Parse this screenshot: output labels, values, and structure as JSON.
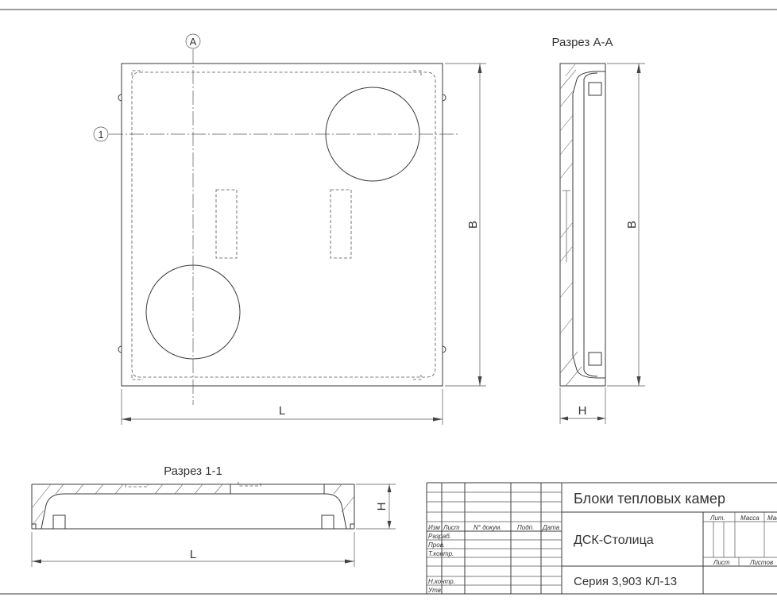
{
  "views": {
    "plan": {
      "axis_a_label": "A",
      "axis_1_label": "1",
      "dim_length": "L",
      "dim_width": "B"
    },
    "section_aa": {
      "title": "Разрез А-А",
      "dim_width": "B",
      "dim_height": "H"
    },
    "section_11": {
      "title": "Разрез 1-1",
      "dim_length": "L",
      "dim_height": "H"
    }
  },
  "title_block": {
    "title": "Блоки тепловых камер",
    "organization": "ДСК-Столица",
    "series": "Серия 3,903 КЛ-13",
    "headers": {
      "izm": "Изм",
      "list": "Лист",
      "doc_no": "N° докум.",
      "signature": "Подп.",
      "date": "Дата"
    },
    "roles": {
      "developed": "Разраб.",
      "checked": "Пров.",
      "tech_control": "Т.контр.",
      "norm_control": "Н.контр.",
      "approved": "Утв."
    },
    "stage_headers": {
      "lit": "Лит.",
      "mass": "Масса",
      "scale": "Масштаб"
    },
    "sheet_headers": {
      "sheet": "Лист",
      "sheets": "Листов"
    }
  }
}
